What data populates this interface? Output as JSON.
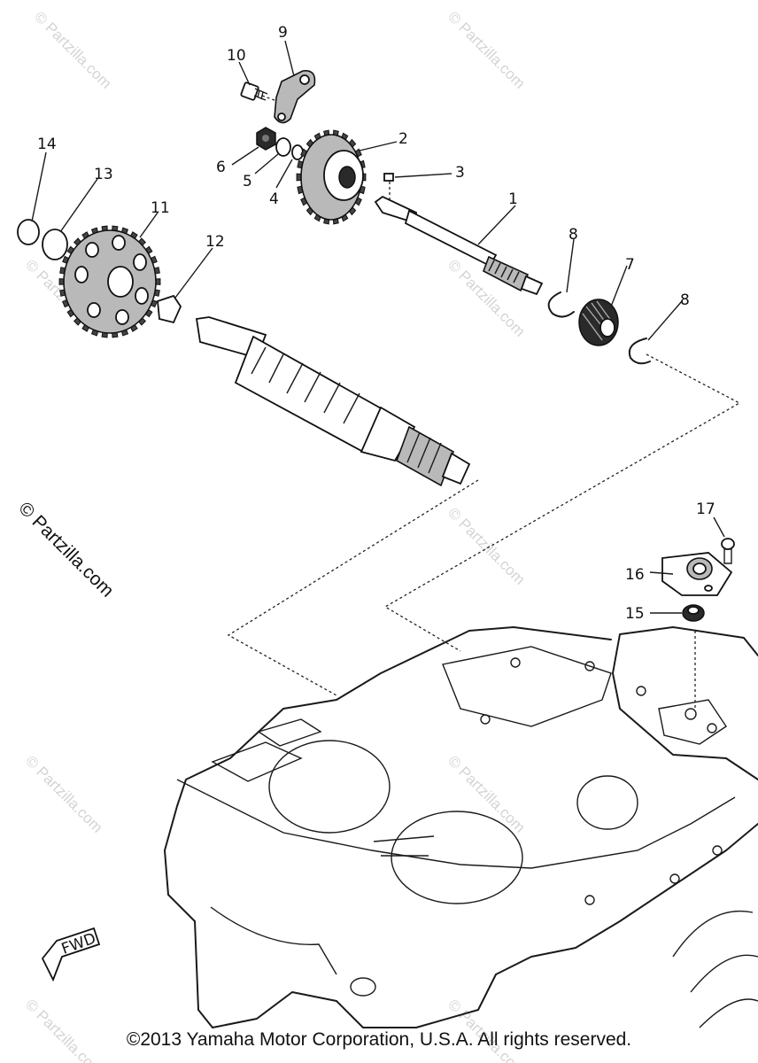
{
  "watermark": "© Partzilla.com",
  "callouts": {
    "p1": "1",
    "p2": "2",
    "p3": "3",
    "p4": "4",
    "p5": "5",
    "p6": "6",
    "p7": "7",
    "p8a": "8",
    "p8b": "8",
    "p9": "9",
    "p10": "10",
    "p11": "11",
    "p12": "12",
    "p13": "13",
    "p14": "14",
    "p15": "15",
    "p16": "16",
    "p17": "17"
  },
  "fwd_label": "FWD",
  "copyright": "©2013 Yamaha Motor Corporation, U.S.A. All rights reserved."
}
